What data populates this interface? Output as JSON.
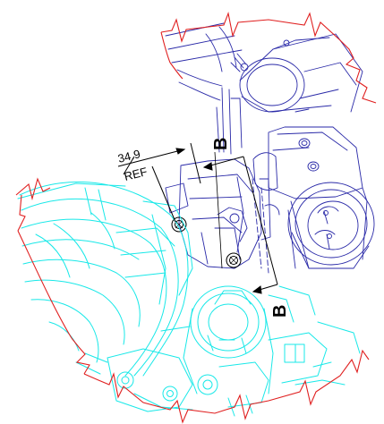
{
  "dimension": {
    "value": "34.9",
    "note": "REF"
  },
  "section": {
    "label_top": "B",
    "label_bottom": "B"
  },
  "colors": {
    "upper_assembly": "#2a2aa8",
    "lower_assembly": "#18e8e8",
    "break_lines": "#e02020",
    "annotations": "#000000",
    "background": "#ffffff"
  }
}
